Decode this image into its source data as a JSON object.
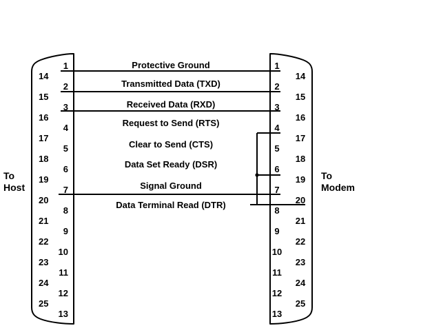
{
  "left_connector": {
    "side_label": "To\nHost"
  },
  "right_connector": {
    "side_label": "To\nModem"
  },
  "pin_numbers": {
    "inner": [
      "1",
      "2",
      "3",
      "4",
      "5",
      "6",
      "7",
      "8",
      "9",
      "10",
      "11",
      "12",
      "13"
    ],
    "outer": [
      "14",
      "15",
      "16",
      "17",
      "18",
      "19",
      "20",
      "21",
      "22",
      "23",
      "24",
      "25"
    ]
  },
  "signals": [
    "Protective Ground",
    "Transmitted Data (TXD)",
    "Received Data (RXD)",
    "Request to Send (RTS)",
    "Clear to Send (CTS)",
    "Data Set Ready (DSR)",
    "Signal Ground",
    "Data Terminal Read (DTR)"
  ],
  "colors": {
    "line": "#000000",
    "background": "#ffffff",
    "text": "#000000"
  }
}
